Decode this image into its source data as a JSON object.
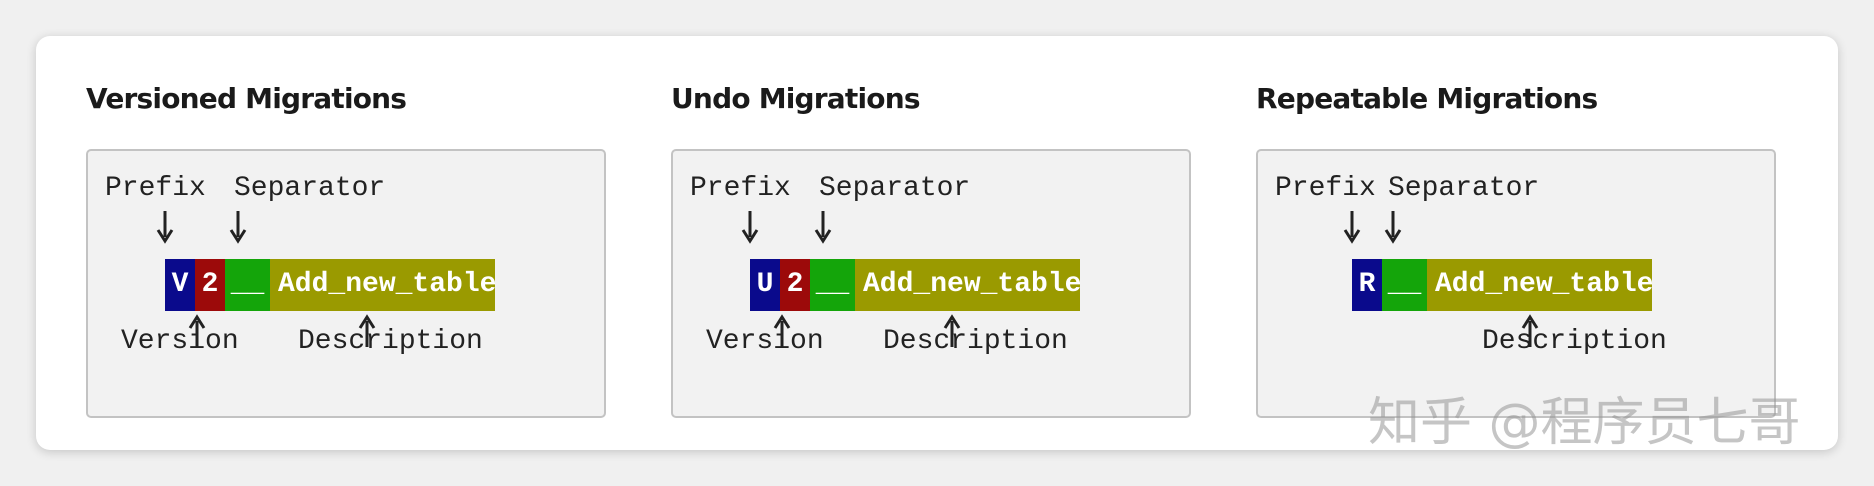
{
  "colors": {
    "prefix": "#0a0a8c",
    "version": "#9c0a0a",
    "separator": "#14a50a",
    "description": "#9a9a00"
  },
  "sections": [
    {
      "title": "Versioned Migrations",
      "labels": {
        "prefix": "Prefix",
        "separator": "Separator",
        "version": "Version",
        "description": "Description"
      },
      "segments": {
        "prefix": "V",
        "version": "2",
        "separator": "__",
        "description": "Add_new_table"
      }
    },
    {
      "title": "Undo Migrations",
      "labels": {
        "prefix": "Prefix",
        "separator": "Separator",
        "version": "Version",
        "description": "Description"
      },
      "segments": {
        "prefix": "U",
        "version": "2",
        "separator": "__",
        "description": "Add_new_table"
      }
    },
    {
      "title": "Repeatable Migrations",
      "labels": {
        "prefix": "Prefix",
        "separator": "Separator",
        "description": "Description"
      },
      "segments": {
        "prefix": "R",
        "separator": "__",
        "description": "Add_new_table"
      }
    }
  ],
  "watermark": "知乎 @程序员七哥",
  "icons": [
    "down-arrow-icon",
    "up-arrow-icon"
  ]
}
